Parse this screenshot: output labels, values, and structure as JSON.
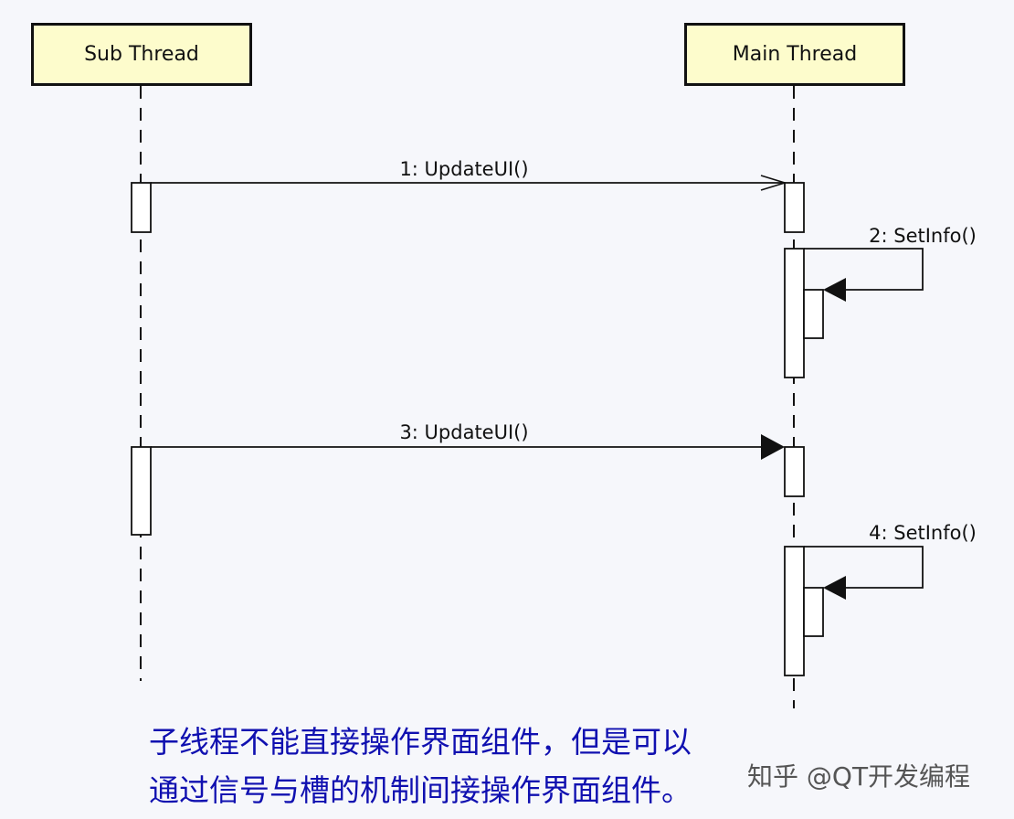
{
  "lifelines": [
    {
      "name": "Sub Thread"
    },
    {
      "name": "Main Thread"
    }
  ],
  "messages": [
    {
      "label": "1: UpdateUI()",
      "from": "Sub Thread",
      "to": "Main Thread",
      "arrow": "open"
    },
    {
      "label": "2: SetInfo()",
      "from": "Main Thread",
      "to": "Main Thread",
      "arrow": "filled"
    },
    {
      "label": "3: UpdateUI()",
      "from": "Sub Thread",
      "to": "Main Thread",
      "arrow": "filled"
    },
    {
      "label": "4: SetInfo()",
      "from": "Main Thread",
      "to": "Main Thread",
      "arrow": "filled"
    }
  ],
  "caption": {
    "line1": "子线程不能直接操作界面组件，但是可以",
    "line2": "通过信号与槽的机制间接操作界面组件。"
  },
  "watermark": "知乎 @QT开发编程",
  "colors": {
    "background": "#f6f7fb",
    "box_fill": "#fdfccc",
    "line": "#111111",
    "caption": "#1010b0"
  }
}
